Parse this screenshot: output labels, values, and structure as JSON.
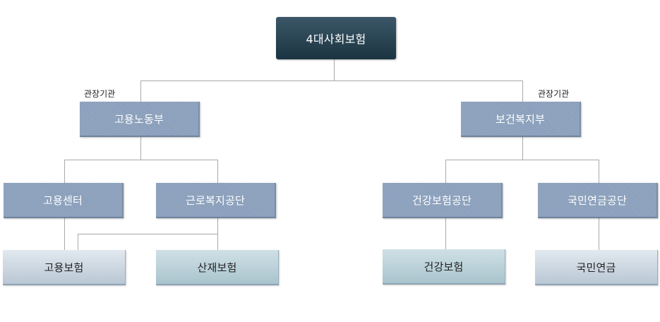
{
  "root": {
    "label": "4대사회보험"
  },
  "left": {
    "caption": "관장기관",
    "ministry": "고용노동부",
    "agencies": [
      "고용센터",
      "근로복지공단"
    ],
    "insurances": [
      "고용보험",
      "산재보험"
    ]
  },
  "right": {
    "caption": "관장기관",
    "ministry": "보건복지부",
    "agencies": [
      "건강보험공단",
      "국민연금공단"
    ],
    "insurances": [
      "건강보험",
      "국민연금"
    ]
  },
  "colors": {
    "root": "#2a4554",
    "ministry_agency": "#8a9fbb",
    "insurance_light": "#c6d3df",
    "insurance_teal": "#b6cfd6",
    "connector": "#a9a9a9"
  }
}
